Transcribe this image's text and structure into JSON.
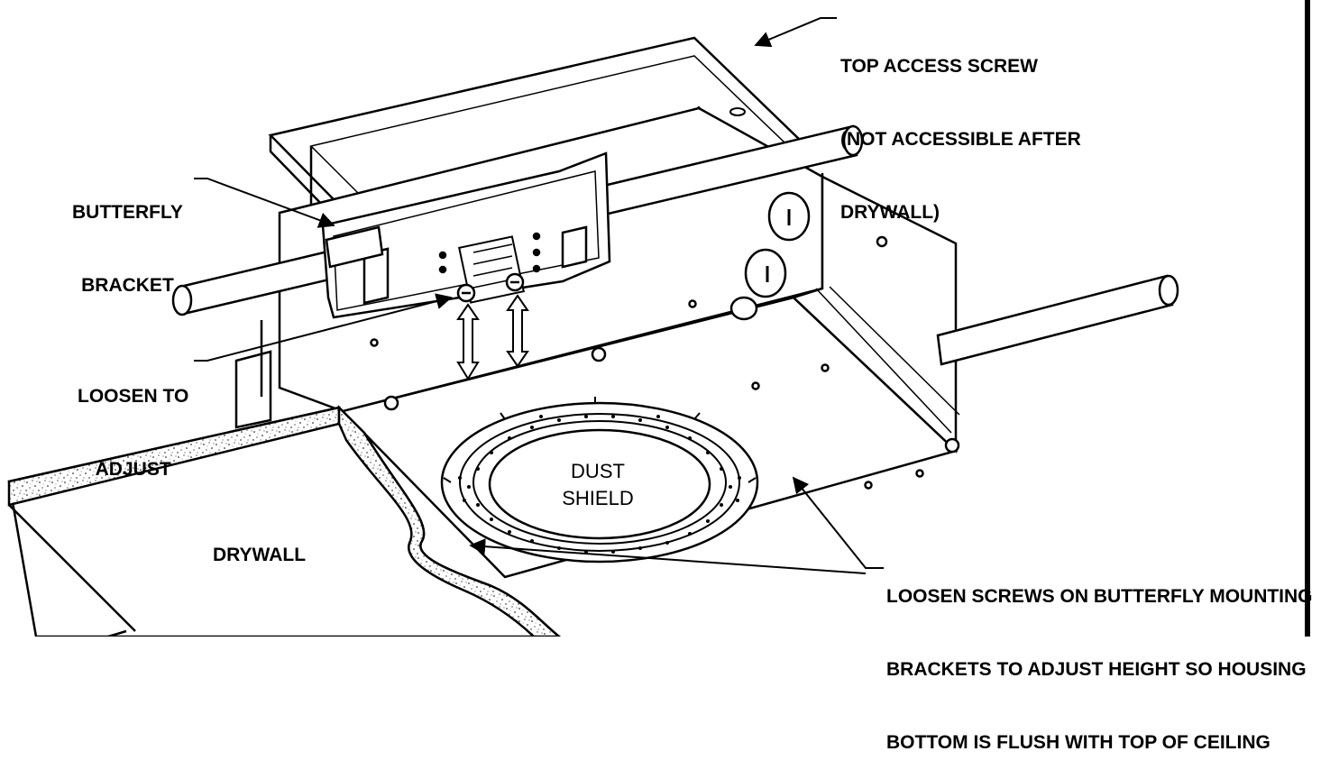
{
  "labels": {
    "top_access_screw": [
      "TOP ACCESS SCREW",
      "(NOT ACCESSIBLE AFTER",
      "DRYWALL)"
    ],
    "butterfly_bracket": [
      "BUTTERFLY",
      "BRACKET"
    ],
    "loosen_to_adjust": [
      "LOOSEN TO",
      "ADJUST"
    ],
    "dust_shield": [
      "DUST",
      "SHIELD"
    ],
    "drywall": "DRYWALL",
    "loosen_screws_note": [
      "LOOSEN SCREWS ON BUTTERFLY MOUNTING",
      "BRACKETS TO ADJUST HEIGHT SO HOUSING",
      "BOTTOM IS FLUSH WITH TOP OF CEILING"
    ]
  }
}
